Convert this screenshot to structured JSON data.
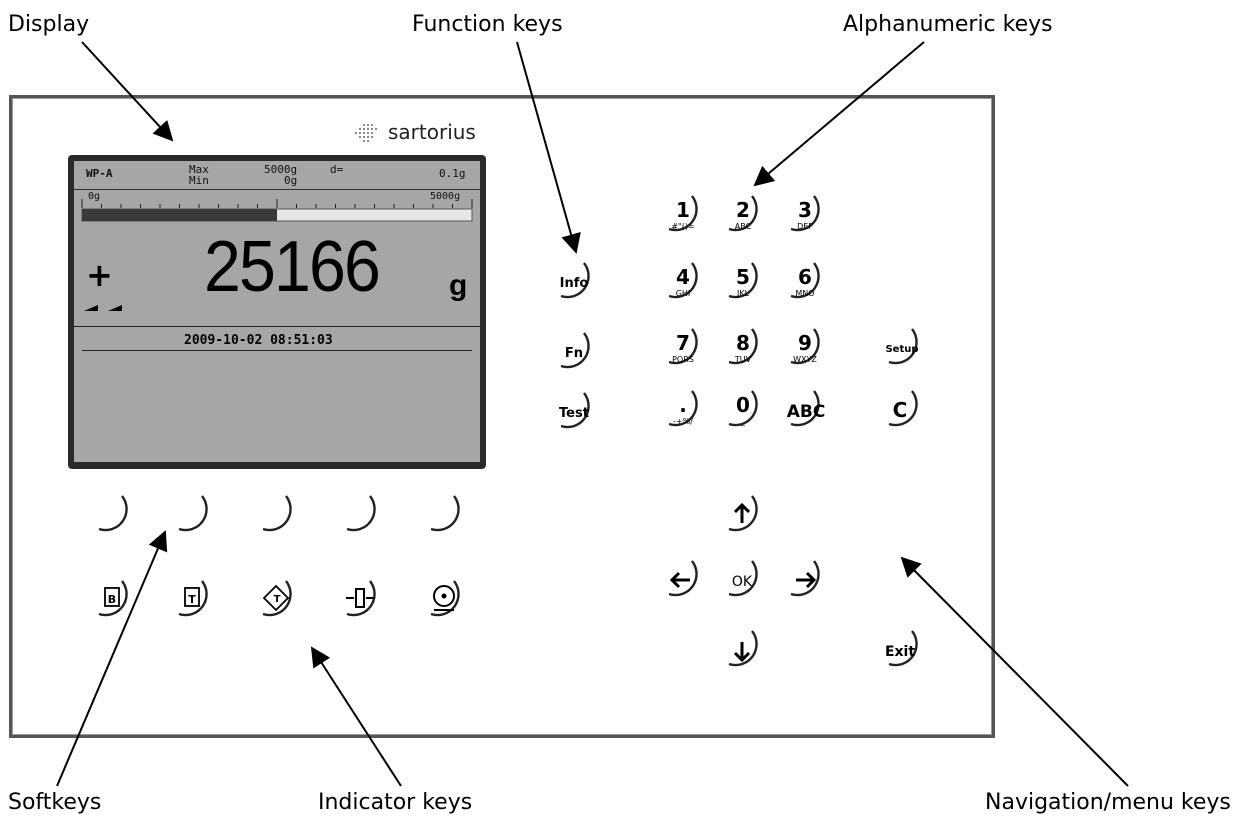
{
  "callouts": {
    "display": "Display",
    "function_keys": "Function keys",
    "alphanumeric_keys": "Alphanumeric keys",
    "softkeys": "Softkeys",
    "indicator_keys": "Indicator keys",
    "navigation_keys": "Navigation/menu keys"
  },
  "brand": "sartorius",
  "display": {
    "model": "WP-A",
    "max_label": "Max",
    "max_value": "5000g",
    "min_label": "Min",
    "min_value": "0g",
    "d_label": "d=",
    "d_value": "0.1g",
    "bar_left": "0g",
    "bar_right": "5000g",
    "bar_fill_fraction": 0.5,
    "sign": "+",
    "weight": "25166",
    "unit": "g",
    "datetime": "2009-10-02  08:51:03"
  },
  "function_keys": [
    {
      "label": "Info"
    },
    {
      "label": "Fn"
    },
    {
      "label": "Test"
    }
  ],
  "numeric_keys": [
    {
      "main": "1",
      "sub": "#\"()="
    },
    {
      "main": "2",
      "sub": "ABC"
    },
    {
      "main": "3",
      "sub": "DEF"
    },
    {
      "main": "4",
      "sub": "GHI"
    },
    {
      "main": "5",
      "sub": "JKL"
    },
    {
      "main": "6",
      "sub": "MNO"
    },
    {
      "main": "7",
      "sub": "PQRS"
    },
    {
      "main": "8",
      "sub": "TUV"
    },
    {
      "main": "9",
      "sub": "WXYZ"
    },
    {
      "main": ".",
      "sub": "-+%/"
    },
    {
      "main": "0",
      "sub": "_"
    },
    {
      "main": "ABC",
      "sub": ""
    }
  ],
  "extra_keys": {
    "setup": "Setup",
    "clear": "C",
    "ok": "OK",
    "exit": "Exit"
  },
  "indicator_keys": [
    {
      "icon": "weight-b-icon",
      "glyph": "B"
    },
    {
      "icon": "weight-t-icon",
      "glyph": "T"
    },
    {
      "icon": "tare-icon",
      "glyph": "T"
    },
    {
      "icon": "zero-icon",
      "glyph": ""
    },
    {
      "icon": "print-icon",
      "glyph": ""
    }
  ]
}
